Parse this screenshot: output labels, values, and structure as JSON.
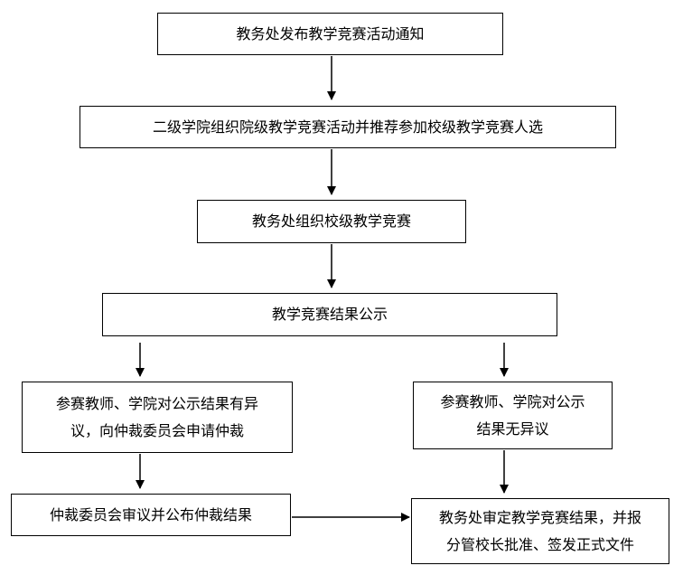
{
  "flowchart": {
    "step1": "教务处发布教学竞赛活动通知",
    "step2": "二级学院组织院级教学竞赛活动并推荐参加校级教学竞赛人选",
    "step3": "教务处组织校级教学竞赛",
    "step4": "教学竞赛结果公示",
    "objection_line1": "参赛教师、学院对公示结果有异",
    "objection_line2": "议，向仲裁委员会申请仲裁",
    "no_objection_line1": "参赛教师、学院对公示",
    "no_objection_line2": "结果无异议",
    "arbitration": "仲裁委员会审议并公布仲裁结果",
    "final_line1": "教务处审定教学竞赛结果，并报",
    "final_line2": "分管校长批准、签发正式文件"
  }
}
